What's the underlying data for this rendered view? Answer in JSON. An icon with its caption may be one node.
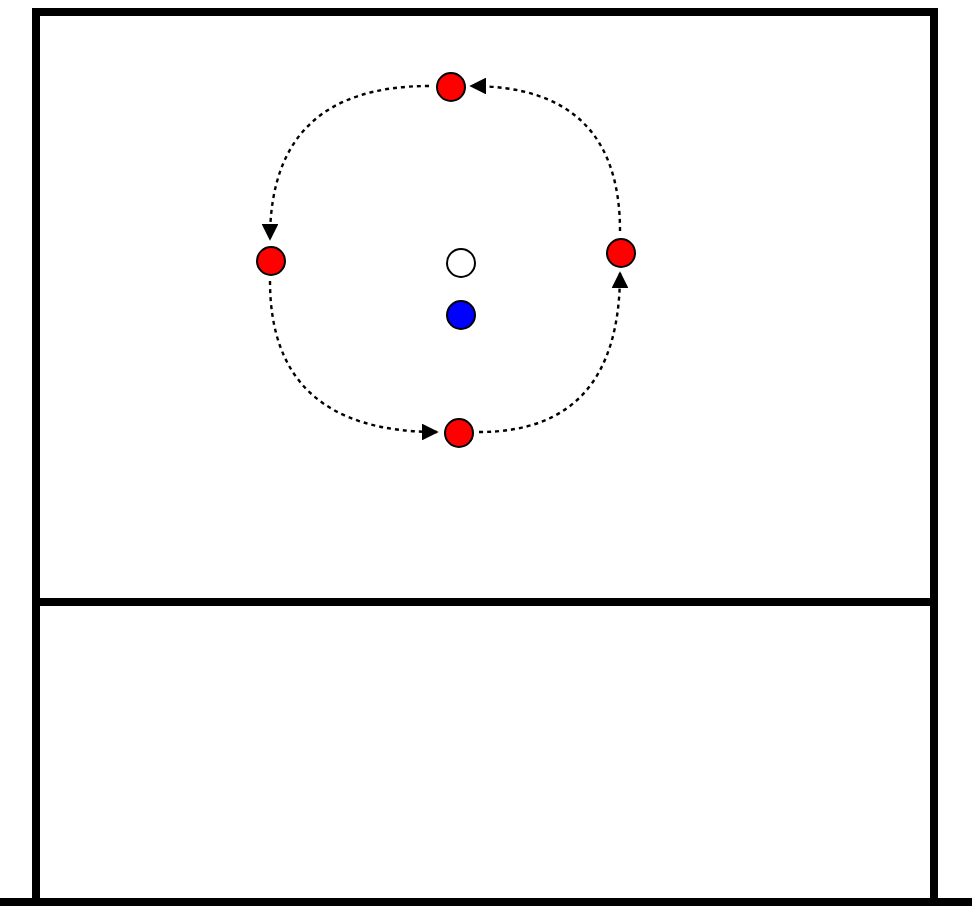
{
  "diagram": {
    "nodes": [
      {
        "text": [],
        "shape": "circle"
      },
      {
        "text": [],
        "shape": "circle"
      },
      {
        "text": [],
        "shape": "circle"
      },
      {
        "text": [],
        "shape": "circle"
      },
      {
        "text": [],
        "shape": "circle"
      },
      {
        "text": [],
        "shape": "circle"
      }
    ],
    "edges": [
      {
        "from": 2,
        "to": 0,
        "arrow": "to",
        "style": "dashed"
      },
      {
        "from": 0,
        "to": 1,
        "arrow": "to",
        "style": "dashed"
      },
      {
        "from": 1,
        "to": 5,
        "arrow": "to",
        "style": "dashed"
      },
      {
        "from": 5,
        "to": 2,
        "arrow": "to",
        "style": "dashed"
      }
    ]
  }
}
